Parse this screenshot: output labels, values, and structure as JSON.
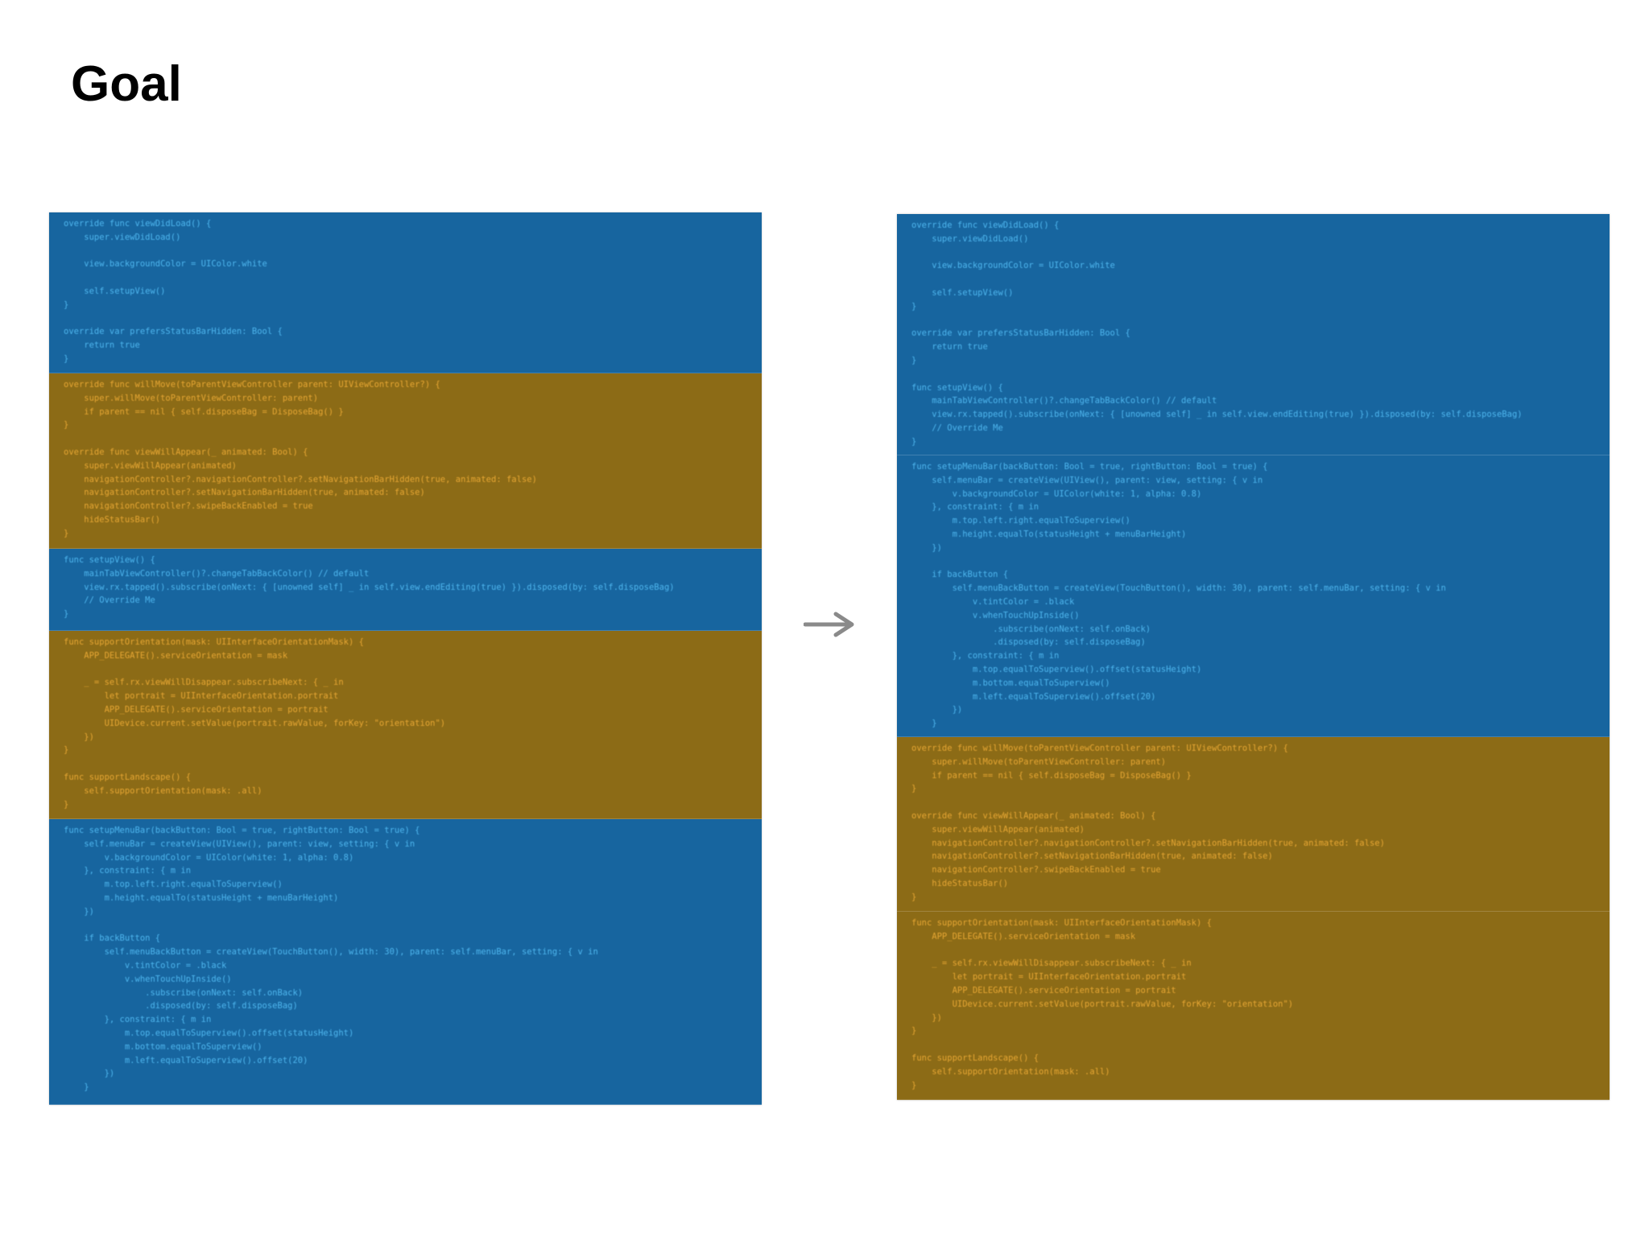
{
  "title": "Goal",
  "colors": {
    "blue_block": "#17659f",
    "gold_block": "#8c6b16",
    "blue_text": "#4fb7ef",
    "gold_text": "#e7a734",
    "arrow": "#8a8a8a"
  },
  "left_panel": {
    "sections": [
      {
        "color": "blue",
        "lines": [
          "override func viewDidLoad() {",
          "    super.viewDidLoad()",
          "",
          "    view.backgroundColor = UIColor.white",
          "",
          "    self.setupView()",
          "}",
          "",
          "override var prefersStatusBarHidden: Bool {",
          "    return true",
          "}"
        ]
      },
      {
        "color": "gold",
        "lines": [
          "override func willMove(toParentViewController parent: UIViewController?) {",
          "    super.willMove(toParentViewController: parent)",
          "    if parent == nil { self.disposeBag = DisposeBag() }",
          "}",
          "",
          "override func viewWillAppear(_ animated: Bool) {",
          "    super.viewWillAppear(animated)",
          "    navigationController?.navigationController?.setNavigationBarHidden(true, animated: false)",
          "    navigationController?.setNavigationBarHidden(true, animated: false)",
          "    navigationController?.swipeBackEnabled = true",
          "    hideStatusBar()",
          "}"
        ]
      },
      {
        "color": "blue",
        "lines": [
          "func setupView() {",
          "    mainTabViewController()?.changeTabBackColor() // default",
          "    view.rx.tapped().subscribe(onNext: { [unowned self] _ in self.view.endEditing(true) }).disposed(by: self.disposeBag)",
          "    // Override Me",
          "}"
        ]
      },
      {
        "color": "gold",
        "lines": [
          "func supportOrientation(mask: UIInterfaceOrientationMask) {",
          "    APP_DELEGATE().serviceOrientation = mask",
          "",
          "    _ = self.rx.viewWillDisappear.subscribeNext: { _ in",
          "        let portrait = UIInterfaceOrientation.portrait",
          "        APP_DELEGATE().serviceOrientation = portrait",
          "        UIDevice.current.setValue(portrait.rawValue, forKey: \"orientation\")",
          "    })",
          "}",
          "",
          "func supportLandscape() {",
          "    self.supportOrientation(mask: .all)",
          "}"
        ]
      },
      {
        "color": "blue",
        "lines": [
          "func setupMenuBar(backButton: Bool = true, rightButton: Bool = true) {",
          "    self.menuBar = createView(UIView(), parent: view, setting: { v in",
          "        v.backgroundColor = UIColor(white: 1, alpha: 0.8)",
          "    }, constraint: { m in",
          "        m.top.left.right.equalToSuperview()",
          "        m.height.equalTo(statusHeight + menuBarHeight)",
          "    })",
          "",
          "    if backButton {",
          "        self.menuBackButton = createView(TouchButton(), width: 30), parent: self.menuBar, setting: { v in",
          "            v.tintColor = .black",
          "            v.whenTouchUpInside()",
          "                .subscribe(onNext: self.onBack)",
          "                .disposed(by: self.disposeBag)",
          "        }, constraint: { m in",
          "            m.top.equalToSuperview().offset(statusHeight)",
          "            m.bottom.equalToSuperview()",
          "            m.left.equalToSuperview().offset(20)",
          "        })",
          "    }"
        ]
      }
    ]
  },
  "right_panel": {
    "sections": [
      {
        "color": "blue",
        "lines": [
          "override func viewDidLoad() {",
          "    super.viewDidLoad()",
          "",
          "    view.backgroundColor = UIColor.white",
          "",
          "    self.setupView()",
          "}",
          "",
          "override var prefersStatusBarHidden: Bool {",
          "    return true",
          "}",
          "",
          "func setupView() {",
          "    mainTabViewController()?.changeTabBackColor() // default",
          "    view.rx.tapped().subscribe(onNext: { [unowned self] _ in self.view.endEditing(true) }).disposed(by: self.disposeBag)",
          "    // Override Me",
          "}"
        ]
      },
      {
        "color": "blue",
        "lines": [
          "func setupMenuBar(backButton: Bool = true, rightButton: Bool = true) {",
          "    self.menuBar = createView(UIView(), parent: view, setting: { v in",
          "        v.backgroundColor = UIColor(white: 1, alpha: 0.8)",
          "    }, constraint: { m in",
          "        m.top.left.right.equalToSuperview()",
          "        m.height.equalTo(statusHeight + menuBarHeight)",
          "    })",
          "",
          "    if backButton {",
          "        self.menuBackButton = createView(TouchButton(), width: 30), parent: self.menuBar, setting: { v in",
          "            v.tintColor = .black",
          "            v.whenTouchUpInside()",
          "                .subscribe(onNext: self.onBack)",
          "                .disposed(by: self.disposeBag)",
          "        }, constraint: { m in",
          "            m.top.equalToSuperview().offset(statusHeight)",
          "            m.bottom.equalToSuperview()",
          "            m.left.equalToSuperview().offset(20)",
          "        })",
          "    }"
        ]
      },
      {
        "color": "gold",
        "lines": [
          "override func willMove(toParentViewController parent: UIViewController?) {",
          "    super.willMove(toParentViewController: parent)",
          "    if parent == nil { self.disposeBag = DisposeBag() }",
          "}",
          "",
          "override func viewWillAppear(_ animated: Bool) {",
          "    super.viewWillAppear(animated)",
          "    navigationController?.navigationController?.setNavigationBarHidden(true, animated: false)",
          "    navigationController?.setNavigationBarHidden(true, animated: false)",
          "    navigationController?.swipeBackEnabled = true",
          "    hideStatusBar()",
          "}"
        ]
      },
      {
        "color": "gold",
        "lines": [
          "func supportOrientation(mask: UIInterfaceOrientationMask) {",
          "    APP_DELEGATE().serviceOrientation = mask",
          "",
          "    _ = self.rx.viewWillDisappear.subscribeNext: { _ in",
          "        let portrait = UIInterfaceOrientation.portrait",
          "        APP_DELEGATE().serviceOrientation = portrait",
          "        UIDevice.current.setValue(portrait.rawValue, forKey: \"orientation\")",
          "    })",
          "}",
          "",
          "func supportLandscape() {",
          "    self.supportOrientation(mask: .all)",
          "}"
        ]
      }
    ]
  },
  "arrow_icon": "right-arrow-icon"
}
